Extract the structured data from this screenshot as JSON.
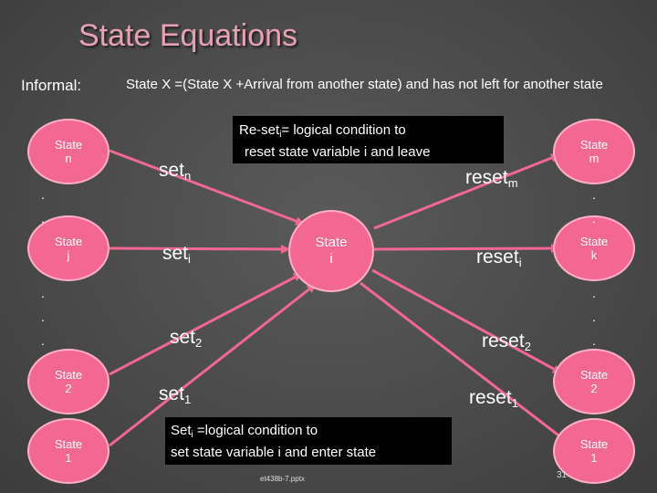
{
  "title": "State Equations",
  "informal_label": "Informal:",
  "statement": "State X =(State X +Arrival from another state) and has not left for another state",
  "center_state": {
    "line1": "State",
    "line2": "i"
  },
  "left_states": [
    {
      "line1": "State",
      "line2": "n"
    },
    {
      "line1": "State",
      "line2": "j"
    },
    {
      "line1": "State",
      "line2": "2"
    },
    {
      "line1": "State",
      "line2": "1"
    }
  ],
  "right_states": [
    {
      "line1": "State",
      "line2": "m"
    },
    {
      "line1": "State",
      "line2": "k"
    },
    {
      "line1": "State",
      "line2": "2"
    },
    {
      "line1": "State",
      "line2": "1"
    }
  ],
  "set_labels": [
    {
      "base": "set",
      "sub": "n"
    },
    {
      "base": "set",
      "sub": "i"
    },
    {
      "base": "set",
      "sub": "2"
    },
    {
      "base": "set",
      "sub": "1"
    }
  ],
  "reset_labels": [
    {
      "base": "reset",
      "sub": "m"
    },
    {
      "base": "reset",
      "sub": "i"
    },
    {
      "base": "reset",
      "sub": "2"
    },
    {
      "base": "reset",
      "sub": "1"
    }
  ],
  "reset_box": {
    "line1_prefix": "Re-set",
    "line1_sub": "i",
    "line1_suffix": "= logical condition to",
    "line2": "reset state variable i  and leave"
  },
  "set_box": {
    "line1_prefix": "Set",
    "line1_sub": "i",
    "line1_suffix": " =logical condition to",
    "line2": "set state variable i and enter state"
  },
  "footer": "et438b-7.pptx",
  "page_number": "31",
  "colors": {
    "node_fill": "#f26892",
    "arrow": "#f26892",
    "title": "#e8a0b4",
    "background": "#4a4a4a"
  }
}
